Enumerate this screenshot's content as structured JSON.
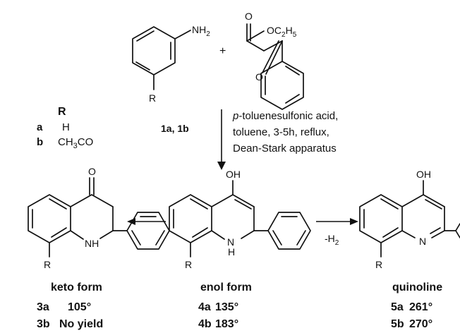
{
  "reactants": {
    "aniline": {
      "amine_group": "NH2",
      "substituent": "R"
    },
    "plus": "+",
    "ketoester": {
      "ester_group": "OC2H5",
      "carbonyl_o_top": "O",
      "carbonyl_o_left": "O"
    },
    "label": "1a, 1b"
  },
  "r_table": {
    "header": "R",
    "rows": [
      {
        "key": "a",
        "value": "H"
      },
      {
        "key": "b",
        "value": "CH3CO"
      }
    ]
  },
  "conditions": {
    "line1_italic": "p",
    "line1_rest": "-toluenesulfonic acid,",
    "line2": "toluene,  3-5h,  reflux,",
    "line3": "Dean-Stark apparatus"
  },
  "keto": {
    "o": "O",
    "nh": "NH",
    "r": "R",
    "form_label": "keto form",
    "rows": [
      {
        "code": "3a",
        "value": "105°"
      },
      {
        "code": "3b",
        "value": "No yield"
      }
    ]
  },
  "enol": {
    "oh": "OH",
    "nh": "NH",
    "r": "R",
    "form_label": "enol form",
    "rows": [
      {
        "code": "4a",
        "value": "135°"
      },
      {
        "code": "4b",
        "value": "183°"
      }
    ]
  },
  "quinoline": {
    "oh": "OH",
    "n": "N",
    "r": "R",
    "arrow_label": "-H2",
    "form_label": "quinoline",
    "rows": [
      {
        "code": "5a",
        "value": "261°"
      },
      {
        "code": "5b",
        "value": "270°"
      }
    ]
  }
}
